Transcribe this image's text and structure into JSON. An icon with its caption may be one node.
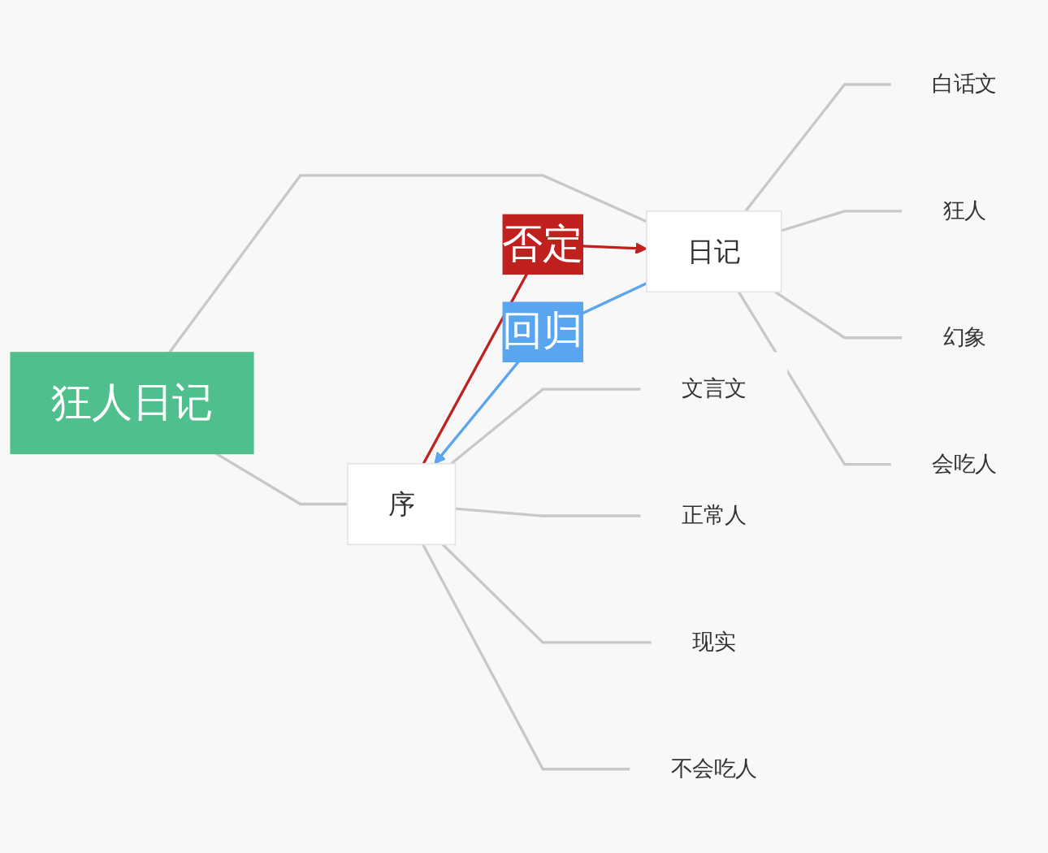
{
  "diagram": {
    "nodes": [
      {
        "text": [
          "狂人日记"
        ]
      },
      {
        "text": [
          "序"
        ]
      },
      {
        "text": [
          "日记"
        ]
      },
      {
        "text": [
          "文言文"
        ]
      },
      {
        "text": [
          "正常人"
        ]
      },
      {
        "text": [
          "现实"
        ]
      },
      {
        "text": [
          "不会吃人"
        ]
      },
      {
        "text": [
          "白话文"
        ]
      },
      {
        "text": [
          "狂人"
        ]
      },
      {
        "text": [
          "幻象"
        ]
      },
      {
        "text": [
          "会吃人"
        ]
      }
    ],
    "edges": [
      {
        "from": 0,
        "to": 1,
        "arrow": "none"
      },
      {
        "from": 0,
        "to": 2,
        "arrow": "none"
      },
      {
        "from": 1,
        "to": 3,
        "arrow": "none"
      },
      {
        "from": 1,
        "to": 4,
        "arrow": "none"
      },
      {
        "from": 1,
        "to": 5,
        "arrow": "none"
      },
      {
        "from": 1,
        "to": 6,
        "arrow": "none"
      },
      {
        "from": 2,
        "to": 7,
        "arrow": "none"
      },
      {
        "from": 2,
        "to": 8,
        "arrow": "none"
      },
      {
        "from": 2,
        "to": 9,
        "arrow": "none"
      },
      {
        "from": 2,
        "to": 10,
        "arrow": "none"
      },
      {
        "from": 1,
        "to": 2,
        "arrow": "to",
        "label": "否定",
        "color": "#c0201e"
      },
      {
        "from": 2,
        "to": 1,
        "arrow": "to",
        "label": "回归",
        "color": "#5aa5f0"
      }
    ]
  }
}
